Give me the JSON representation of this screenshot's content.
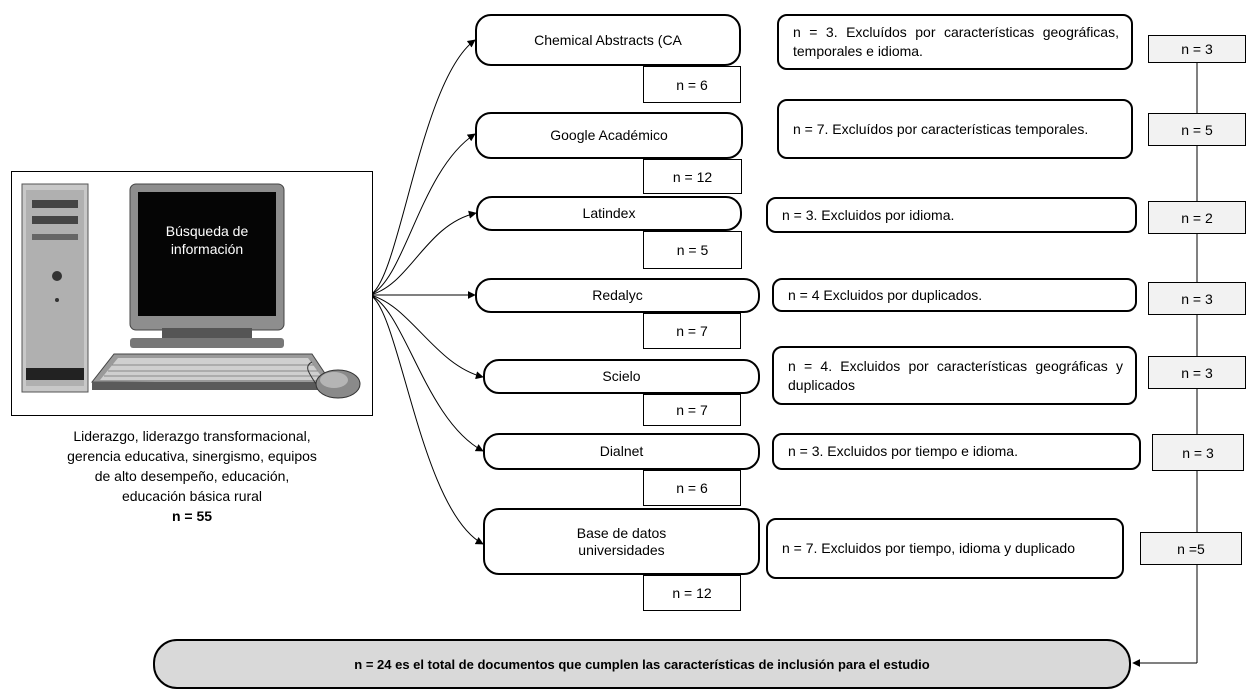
{
  "search_box": {
    "monitor_text_line1": "Búsqueda de",
    "monitor_text_line2": "información",
    "keywords_line1": "Liderazgo, liderazgo transformacional,",
    "keywords_line2": "gerencia educativa, sinergismo, equipos",
    "keywords_line3": "de alto desempeño, educación,",
    "keywords_line4": "educación básica rural",
    "total": "n = 55"
  },
  "sources": [
    {
      "name": "Chemical Abstracts (CA",
      "count": "n = 6",
      "excluded": "n = 3. Excluídos por características geográficas, temporales e idioma.",
      "included": "n = 3"
    },
    {
      "name": "Google Académico",
      "count": "n = 12",
      "excluded": "n = 7. Excluídos por características temporales.",
      "included": "n = 5"
    },
    {
      "name": "Latindex",
      "count": "n = 5",
      "excluded": "n = 3. Excluidos por idioma.",
      "included": "n = 2"
    },
    {
      "name": "Redalyc",
      "count": "n = 7",
      "excluded": "n = 4 Excluidos por duplicados.",
      "included": "n = 3"
    },
    {
      "name": "Scielo",
      "count": "n = 7",
      "excluded": "n = 4. Excluidos por características geográficas y duplicados",
      "included": "n = 3"
    },
    {
      "name": "Dialnet",
      "count": "n = 6",
      "excluded": "n = 3. Excluidos por tiempo e idioma.",
      "included": "n = 3"
    },
    {
      "name": "Base de datos universidades",
      "count": "n = 12",
      "excluded": "n = 7. Excluidos por tiempo, idioma y duplicado",
      "included": "n =5"
    }
  ],
  "final": "n = 24 es el total de documentos que cumplen las características de inclusión para el estudio"
}
